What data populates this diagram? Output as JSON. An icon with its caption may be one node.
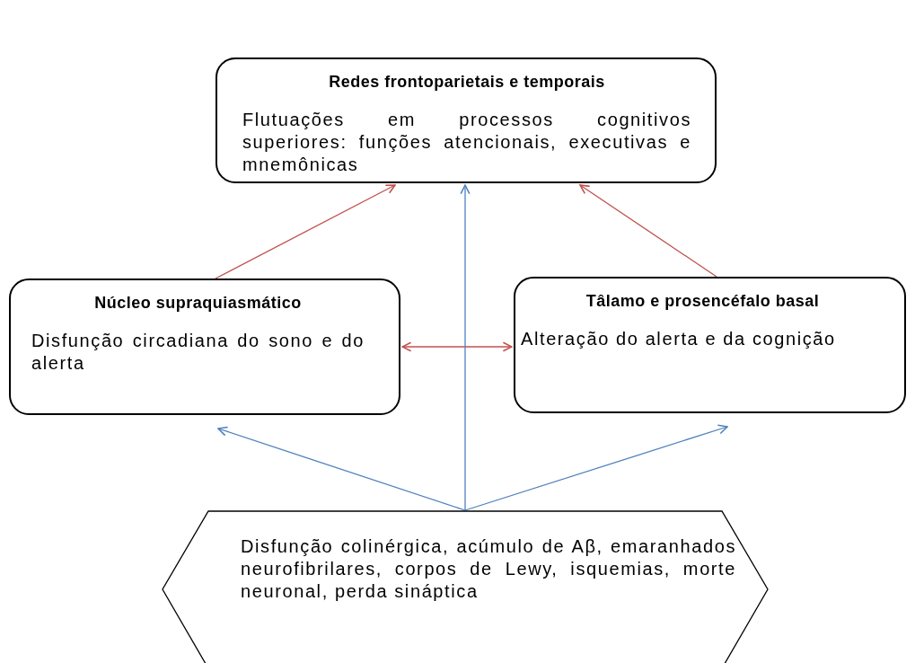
{
  "diagram": {
    "nodes": [
      {
        "text": [
          "Redes frontoparietais e temporais",
          "Flutuações em processos cognitivos superiores: funções atencionais, executivas e mnemônicas"
        ]
      },
      {
        "text": [
          "Núcleo supraquiasmático",
          "Disfunção circadiana do sono e do alerta"
        ]
      },
      {
        "text": [
          "Tâlamo e prosencéfalo basal",
          "Alteração do alerta e da cognição"
        ]
      },
      {
        "text": [
          "Disfunção colinérgica, acúmulo de Aβ, emaranhados neurofibrilares, corpos de Lewy, isquemias, morte neuronal, perda sináptica"
        ]
      }
    ],
    "edges": [
      {
        "from": 1,
        "to": 0,
        "arrow": "to",
        "color": "#c0504d"
      },
      {
        "from": 2,
        "to": 0,
        "arrow": "to",
        "color": "#c0504d"
      },
      {
        "from": 1,
        "to": 2,
        "arrow": "both",
        "color": "#c0504d"
      },
      {
        "from": 3,
        "to": 1,
        "arrow": "to",
        "color": "#4f81bd"
      },
      {
        "from": 3,
        "to": 0,
        "arrow": "to",
        "color": "#4f81bd"
      },
      {
        "from": 3,
        "to": 2,
        "arrow": "to",
        "color": "#4f81bd"
      }
    ]
  }
}
